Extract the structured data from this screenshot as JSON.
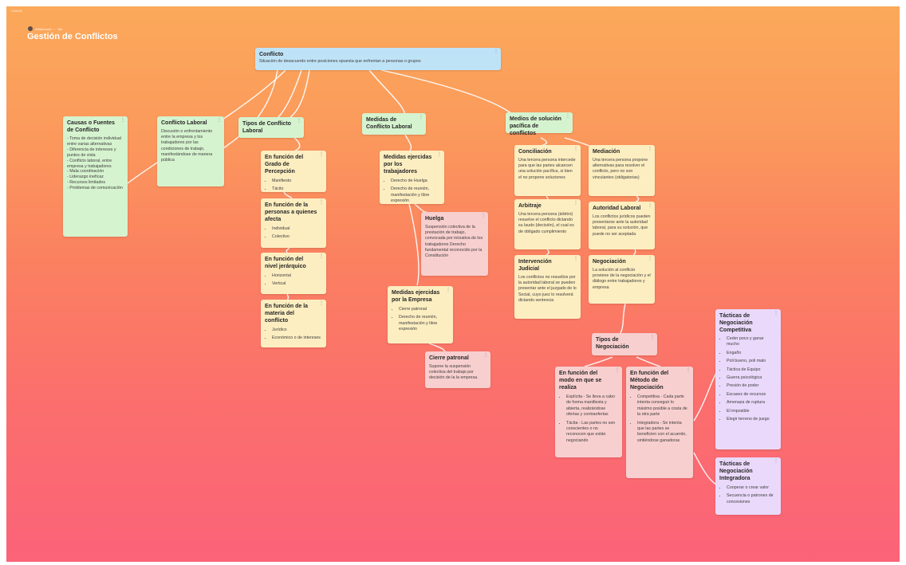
{
  "header": {
    "top_text": "CANVA",
    "breadcrumb": [
      "Whiteboard",
      "Tab"
    ],
    "title": "Gestión de Conflictos"
  },
  "colors": {
    "blue": "#bfe3f6",
    "green": "#d6f3cf",
    "yellow": "#fdeec1",
    "pink": "#f8cfcf",
    "purple": "#ead9fb"
  },
  "nodes": {
    "conflicto": {
      "title": "Conflicto",
      "text": "Situación de desacuerdo entre posiciones opuesta que enfrentan a personas o grupos"
    },
    "causas": {
      "title": "Causas o Fuentes de Conflicto",
      "lines": [
        "- Toma de decisión individual entre varias alternativas",
        "- Diferencia de intereses y puntos de vista",
        "- Conflicto laboral, entre empresa y trabajadores",
        "- Mala coordinación",
        "- Liderazgo ineficaz",
        "- Recursos limitados",
        "- Problemas de comunicación"
      ]
    },
    "laboral": {
      "title": "Conflicto Laboral",
      "text": "Discusión o enfrentamiento entre la empresa y los trabajadores por las condiciones de trabajo, manifestándose de manera pública"
    },
    "tipos": {
      "title": "Tipos de Conflicto Laboral"
    },
    "percepcion": {
      "title": "En función del Grado de Percepción",
      "items": [
        "Manifiesto",
        "Tácito"
      ]
    },
    "personas": {
      "title": "En función de la personas a quienes afecta",
      "items": [
        "Individual",
        "Colectivo"
      ]
    },
    "jerarquico": {
      "title": "En función del nivel jerárquico",
      "items": [
        "Horizontal",
        "Vertical"
      ]
    },
    "materia": {
      "title": "En función de la materia del conflicto",
      "items": [
        "Jurídico",
        "Económico o de intereses"
      ]
    },
    "medidas": {
      "title": "Medidas de Conflicto Laboral"
    },
    "trabajadores": {
      "title": "Medidas ejercidas por los trabajadores",
      "items": [
        "Derecho de Huelga",
        "Derecho de reunión, manifestación y libre expresión"
      ]
    },
    "huelga": {
      "title": "Huelga",
      "text": "Suspensión colectiva de la prestación de trabajo, convocada por iniciativa de los trabajadores Derecho fundamental reconocido por la Constitución"
    },
    "empresa": {
      "title": "Medidas ejercidas por la Empresa",
      "items": [
        "Cierre patronal",
        "Derecho de reunión, manifestación y libre expresión"
      ]
    },
    "cierre": {
      "title": "Cierre patronal",
      "text": "Supone la suspensión colectiva del trabajo por decisión de la la empresa."
    },
    "medios": {
      "title": "Medios de solución pacífica de conflictos"
    },
    "conciliacion": {
      "title": "Conciliación",
      "text": "Una tercera persona intercede para que las partes alcancen una solución pacífica, si bien el no propone soluciones"
    },
    "mediacion": {
      "title": "Mediación",
      "text": "Una tercera persona propone alternativas para resolver el conflicto, pero no son vinculantes (obligatorias)"
    },
    "arbitraje": {
      "title": "Arbitraje",
      "text": "Una tercera persona (árbitro) resuelve el conflicto dictando su laudo (decisión), el cual es de obligado cumplimiento"
    },
    "autoridad": {
      "title": "Autoridad Laboral",
      "text": "Los conflictos jurídicos pueden presentarse ante la autoridad laboral, para su solución, que puede no ser aceptada"
    },
    "judicial": {
      "title": "Intervención Judicial",
      "text": "Los conflictos no resueltos por la autoridad laboral se pueden presentar ante el juzgado de lo Social, cuyo juez lo resolverá dictando sentencia"
    },
    "negociacion": {
      "title": "Negociación",
      "text": "La solución al conflicto proviene de la negociación y el diálogo entre trabajadores y empresa"
    },
    "tiposneg": {
      "title": "Tipos de Negociación"
    },
    "modo": {
      "title": "En función del modo en que se realiza",
      "items": [
        "Explícita - Se lleva a cabo de forma manifiesta y abierta, realizándose ofertas y contraofertas",
        "Tácita - Las partes no son conscientes o no reconocen que están negociando"
      ]
    },
    "metodo": {
      "title": "En función del Método de Negociación",
      "items": [
        "Competitiva - Cada parte intenta conseguir lo máximo posible a costa de la otra parte",
        "Integradora - Se intenta que las partes se beneficien con el acuerdo, sintiéndose ganadoras"
      ]
    },
    "competitiva": {
      "title": "Tácticas de Negociación Competitiva",
      "items": [
        "Ceder poco y ganar mucho",
        "Engaño",
        "Poli bueno, poli malo",
        "Táctica de Equipo",
        "Guerra psicológica",
        "Presión de poder",
        "Escasez de recursos",
        "Amenaza de ruptura",
        "El imposible",
        "Elegir terreno de juego"
      ]
    },
    "integradora": {
      "title": "Tácticas de Negociación Integradora",
      "items": [
        "Cooperar o crear valor",
        "Secuencia o patrones de concesiones"
      ]
    }
  }
}
